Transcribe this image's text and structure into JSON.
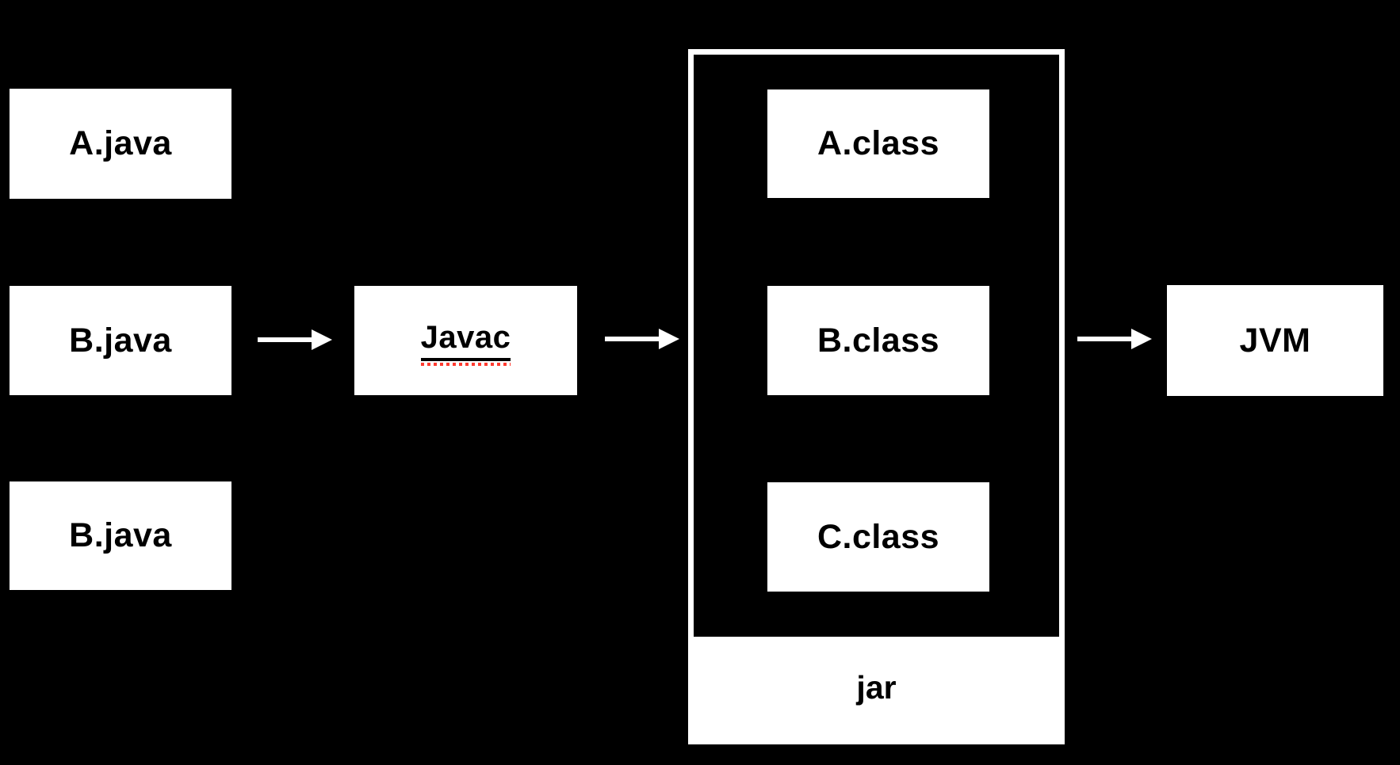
{
  "diagram": {
    "colors": {
      "background": "#000000",
      "box_fill": "#ffffff",
      "box_text": "#000000",
      "arrow": "#ffffff",
      "container_border": "#ffffff",
      "spellcheck_underline": "#ff3b30"
    },
    "source_boxes": [
      {
        "label": "A.java"
      },
      {
        "label": "B.java"
      },
      {
        "label": "B.java"
      }
    ],
    "compiler_box": {
      "label": "Javac",
      "underlined": true
    },
    "jar_container": {
      "label": "jar",
      "class_boxes": [
        {
          "label": "A.class"
        },
        {
          "label": "B.class"
        },
        {
          "label": "C.class"
        }
      ]
    },
    "jvm_box": {
      "label": "JVM"
    },
    "arrows": [
      {
        "from": "B.java",
        "to": "Javac"
      },
      {
        "from": "Javac",
        "to": "jar"
      },
      {
        "from": "jar",
        "to": "JVM"
      }
    ]
  }
}
